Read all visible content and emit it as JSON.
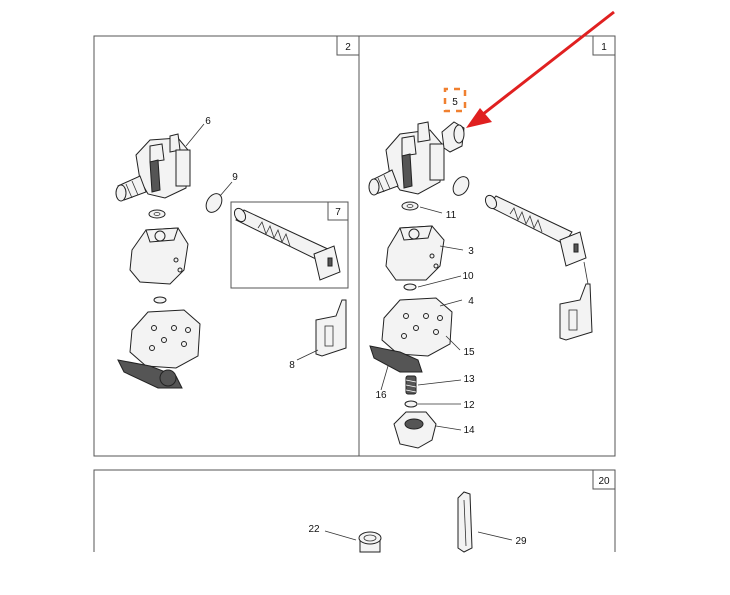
{
  "panels": {
    "panel_2": {
      "number": "2"
    },
    "panel_1": {
      "number": "1"
    },
    "panel_7": {
      "number": "7"
    },
    "panel_20": {
      "number": "20"
    }
  },
  "callouts": {
    "panel_2": [
      "6",
      "9",
      "8"
    ],
    "panel_1": [
      "5",
      "11",
      "3",
      "10",
      "4",
      "15",
      "13",
      "16",
      "12",
      "14"
    ],
    "panel_20": [
      "22",
      "29"
    ]
  },
  "highlight": {
    "label": "5",
    "marker_color": "#f08030",
    "arrow_color": "#e02020"
  }
}
